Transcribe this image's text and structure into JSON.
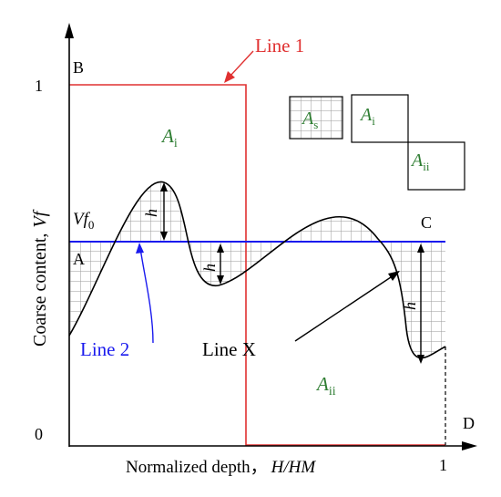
{
  "labels": {
    "b": "B",
    "a": "A",
    "c": "C",
    "d": "D",
    "one_y": "1",
    "zero_y": "0",
    "one_x": "1",
    "vf0_main": "Vf",
    "vf0_sub": "0",
    "h": "h",
    "line1": "Line 1",
    "line2": "Line 2",
    "linex": "Line X",
    "ai_main": "A",
    "ai_sub": "i",
    "aii_main": "A",
    "aii_sub": "ii",
    "as_main": "A",
    "as_sub": "s",
    "y_axis_title": "Coarse content,",
    "y_axis_var": "Vf",
    "x_axis_title": "Normalized depth，",
    "x_axis_var": "H/HM"
  },
  "colors": {
    "line1": "#e03030",
    "line2": "#1a1aee",
    "area_label": "#2e7d32",
    "curve": "#000000",
    "grid_hatch": "#9a9a9a"
  }
}
